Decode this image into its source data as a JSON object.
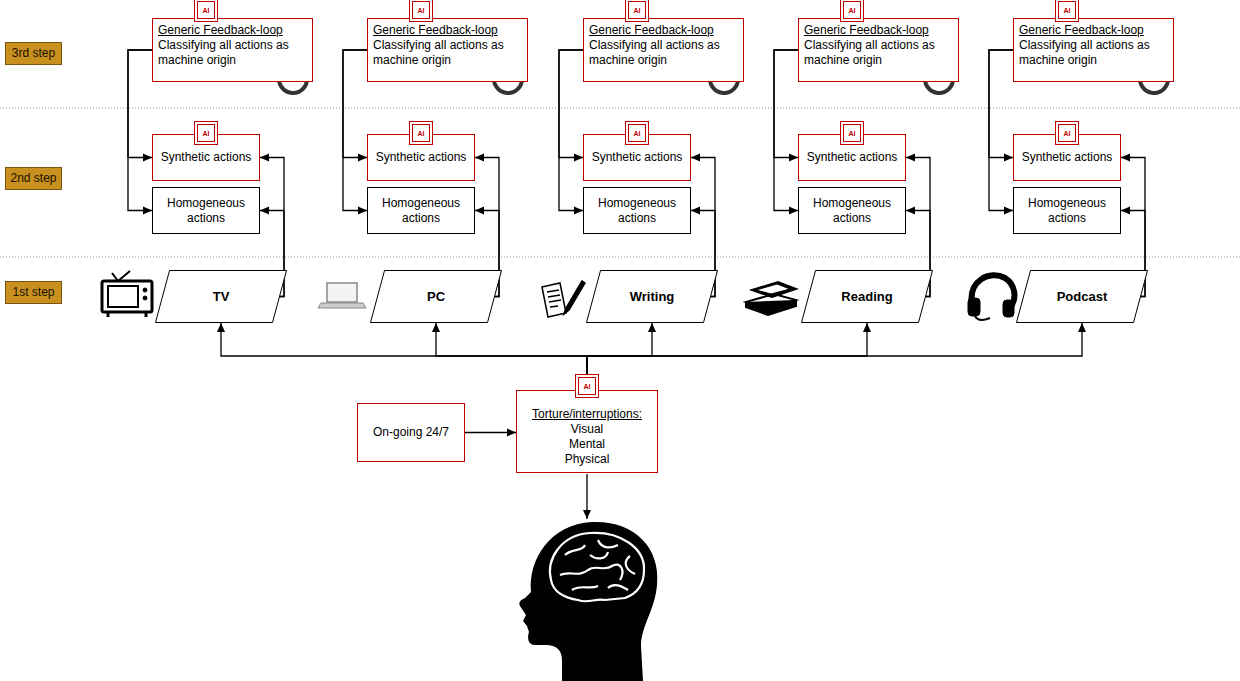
{
  "diagram": {
    "nodes": [
      {
        "text": [
          "3rd step"
        ]
      },
      {
        "text": [
          "Generic Feedback-loop",
          "Classifying all actions as machine origin"
        ]
      },
      {
        "text": [
          "Generic Feedback-loop",
          "Classifying all actions as machine origin"
        ]
      },
      {
        "text": [
          "Generic Feedback-loop",
          "Classifying all actions as machine origin"
        ]
      },
      {
        "text": [
          "Generic Feedback-loop",
          "Classifying all actions as machine origin"
        ]
      },
      {
        "text": [
          "Generic Feedback-loop",
          "Classifying all actions as machine origin"
        ]
      },
      {
        "text": [
          "2nd step"
        ]
      },
      {
        "text": [
          "Synthetic actions"
        ]
      },
      {
        "text": [
          "Synthetic actions"
        ]
      },
      {
        "text": [
          "Synthetic actions"
        ]
      },
      {
        "text": [
          "Synthetic actions"
        ]
      },
      {
        "text": [
          "Synthetic actions"
        ]
      },
      {
        "text": [
          "Homogeneous actions"
        ]
      },
      {
        "text": [
          "Homogeneous actions"
        ]
      },
      {
        "text": [
          "Homogeneous actions"
        ]
      },
      {
        "text": [
          "Homogeneous actions"
        ]
      },
      {
        "text": [
          "Homogeneous actions"
        ]
      },
      {
        "text": [
          "1st step"
        ]
      },
      {
        "text": [
          "TV"
        ]
      },
      {
        "text": [
          "PC"
        ]
      },
      {
        "text": [
          "Writing"
        ]
      },
      {
        "text": [
          "Reading"
        ]
      },
      {
        "text": [
          "Podcast"
        ]
      },
      {
        "text": [
          "On-going 24/7"
        ]
      },
      {
        "text": [
          "Torture/interruptions:",
          "Visual",
          "Mental",
          "Physical"
        ]
      }
    ],
    "edges": [
      {
        "from": 1,
        "to": 7,
        "arrow": "to"
      },
      {
        "from": 1,
        "to": 12,
        "arrow": "to"
      },
      {
        "from": 18,
        "to": 7,
        "arrow": "to"
      },
      {
        "from": 18,
        "to": 12,
        "arrow": "to"
      },
      {
        "from": 24,
        "to": 18,
        "arrow": "to"
      },
      {
        "from": 2,
        "to": 8,
        "arrow": "to"
      },
      {
        "from": 2,
        "to": 13,
        "arrow": "to"
      },
      {
        "from": 19,
        "to": 8,
        "arrow": "to"
      },
      {
        "from": 19,
        "to": 13,
        "arrow": "to"
      },
      {
        "from": 24,
        "to": 19,
        "arrow": "to"
      },
      {
        "from": 3,
        "to": 9,
        "arrow": "to"
      },
      {
        "from": 3,
        "to": 14,
        "arrow": "to"
      },
      {
        "from": 20,
        "to": 9,
        "arrow": "to"
      },
      {
        "from": 20,
        "to": 14,
        "arrow": "to"
      },
      {
        "from": 24,
        "to": 20,
        "arrow": "to"
      },
      {
        "from": 4,
        "to": 10,
        "arrow": "to"
      },
      {
        "from": 4,
        "to": 15,
        "arrow": "to"
      },
      {
        "from": 21,
        "to": 10,
        "arrow": "to"
      },
      {
        "from": 21,
        "to": 15,
        "arrow": "to"
      },
      {
        "from": 24,
        "to": 21,
        "arrow": "to"
      },
      {
        "from": 5,
        "to": 11,
        "arrow": "to"
      },
      {
        "from": 5,
        "to": 16,
        "arrow": "to"
      },
      {
        "from": 22,
        "to": 11,
        "arrow": "to"
      },
      {
        "from": 22,
        "to": 16,
        "arrow": "to"
      },
      {
        "from": 24,
        "to": 22,
        "arrow": "to"
      },
      {
        "from": 23,
        "to": 24,
        "arrow": "to"
      }
    ],
    "labels": [
      "AI",
      "AI",
      "AI",
      "AI",
      "AI",
      "AI",
      "AI",
      "AI",
      "AI",
      "AI",
      "AI"
    ]
  }
}
